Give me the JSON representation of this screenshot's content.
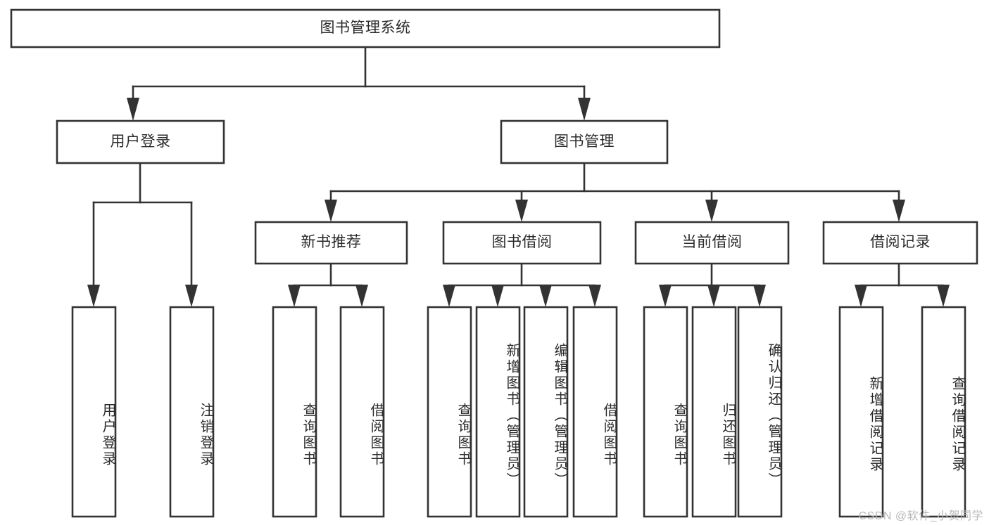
{
  "diagram": {
    "title": "图书管理系统",
    "type": "tree-hierarchy",
    "watermark": "CSDN @软件_小贺同学",
    "colors": {
      "stroke": "#333333",
      "fill": "#ffffff",
      "text": "#2b2b2b",
      "watermark": "#b9b9b9"
    },
    "nodes": {
      "root": {
        "label": "图书管理系统",
        "orientation": "horizontal"
      },
      "level2": [
        {
          "label": "用户登录",
          "orientation": "horizontal"
        },
        {
          "label": "图书管理",
          "orientation": "horizontal"
        }
      ],
      "level3": [
        {
          "label": "新书推荐",
          "orientation": "horizontal"
        },
        {
          "label": "图书借阅",
          "orientation": "horizontal"
        },
        {
          "label": "当前借阅",
          "orientation": "horizontal"
        },
        {
          "label": "借阅记录",
          "orientation": "horizontal"
        }
      ],
      "leaves": [
        {
          "label": "用户登录",
          "parent": "用户登录",
          "orientation": "vertical"
        },
        {
          "label": "注销登录",
          "parent": "用户登录",
          "orientation": "vertical"
        },
        {
          "label": "查询图书",
          "parent": "新书推荐",
          "orientation": "vertical"
        },
        {
          "label": "借阅图书",
          "parent": "新书推荐",
          "orientation": "vertical"
        },
        {
          "label": "查询图书",
          "parent": "图书借阅",
          "orientation": "vertical"
        },
        {
          "label": "新增图书（管理员）",
          "parent": "图书借阅",
          "orientation": "vertical"
        },
        {
          "label": "编辑图书（管理员）",
          "parent": "图书借阅",
          "orientation": "vertical"
        },
        {
          "label": "借阅图书",
          "parent": "图书借阅",
          "orientation": "vertical"
        },
        {
          "label": "查询图书",
          "parent": "当前借阅",
          "orientation": "vertical"
        },
        {
          "label": "归还图书",
          "parent": "当前借阅",
          "orientation": "vertical"
        },
        {
          "label": "确认归还（管理员）",
          "parent": "当前借阅",
          "orientation": "vertical"
        },
        {
          "label": "新增借阅记录",
          "parent": "借阅记录",
          "orientation": "vertical"
        },
        {
          "label": "查询借阅记录",
          "parent": "借阅记录",
          "orientation": "vertical"
        }
      ]
    }
  }
}
